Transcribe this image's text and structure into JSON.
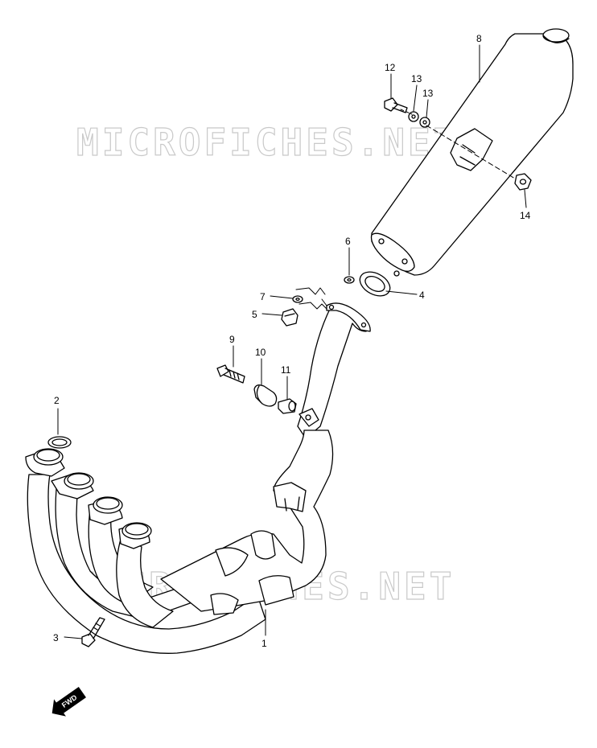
{
  "watermark": {
    "text": "MICROFICHES.NET",
    "color": "#c9c9c9"
  },
  "callouts": {
    "c1": "1",
    "c2": "2",
    "c3": "3",
    "c4": "4",
    "c5": "5",
    "c6": "6",
    "c7": "7",
    "c8": "8",
    "c9": "9",
    "c10": "10",
    "c11": "11",
    "c12": "12",
    "c13a": "13",
    "c13b": "13",
    "c14": "14"
  },
  "fwd_badge": {
    "label": "FWD",
    "icon": "forward-arrow-icon"
  }
}
